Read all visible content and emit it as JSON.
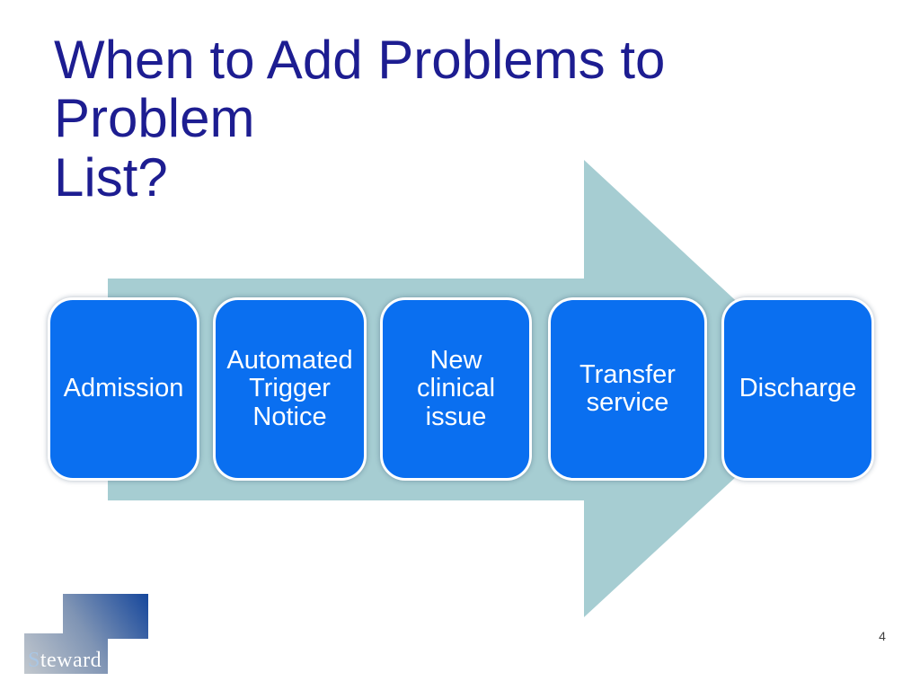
{
  "slide": {
    "title": {
      "lines": [
        "When to Add Problems to Problem",
        "List?"
      ]
    },
    "process": {
      "steps": [
        {
          "label": "Admission"
        },
        {
          "label": "Automated\nTrigger\nNotice"
        },
        {
          "label": "New\nclinical\nissue"
        },
        {
          "label": "Transfer\nservice"
        },
        {
          "label": "Discharge"
        }
      ]
    },
    "footer": {
      "page_number": "4",
      "logo": {
        "initial": "S",
        "rest": "teward"
      }
    },
    "colors": {
      "title": "#1d1d91",
      "box_fill": "#0a6ff0",
      "box_border": "#ffffff",
      "box_text": "#ffffff",
      "arrow": "#a6cdd2",
      "page_number": "#404040",
      "logo_light": "#c2c8ce",
      "logo_mid": "#7f94b4",
      "logo_dark": "#16479c",
      "logo_initial": "#a9c6e4"
    }
  }
}
